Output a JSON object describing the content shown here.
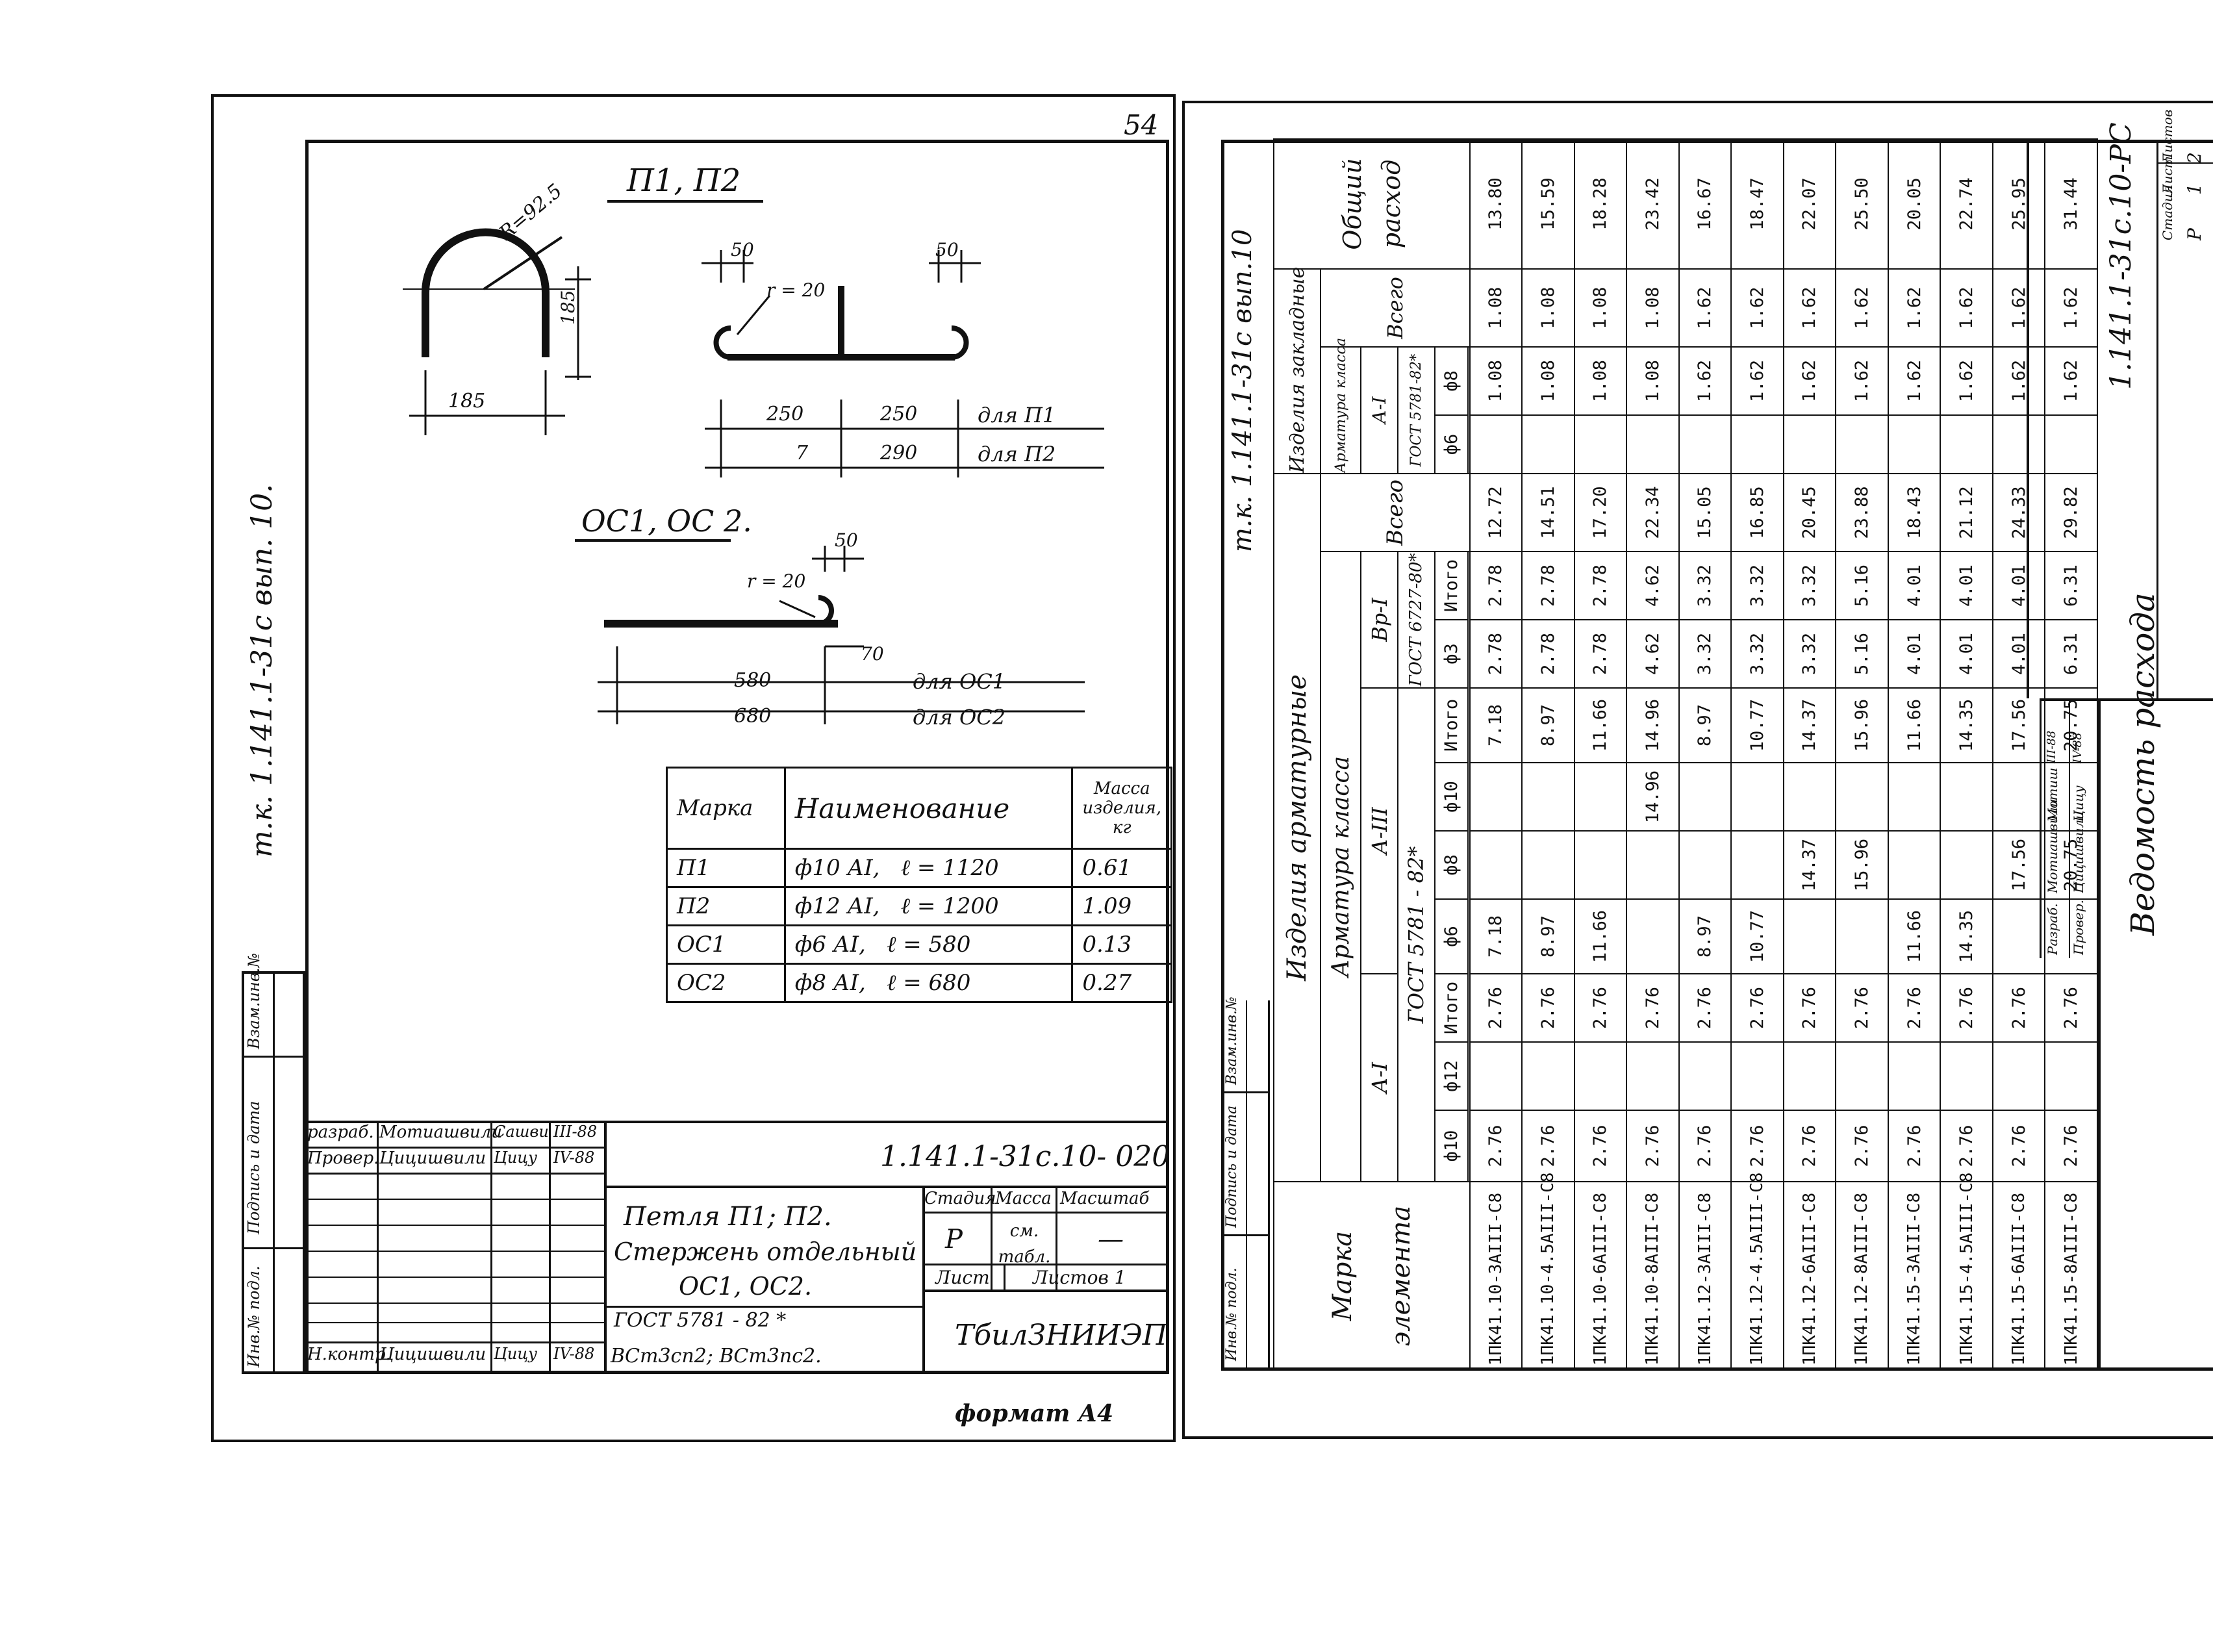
{
  "left_sheet": {
    "page_number": "54",
    "side_series": "т.к. 1.141.1-31с  вып. 10.",
    "label_p": "П1,  П2",
    "label_oc": "ОС1,  ОС 2.",
    "dims": {
      "r": "R=92.5",
      "h185": "185",
      "w185": "185",
      "d50a": "50",
      "d50b": "50",
      "r20a": "r = 20",
      "r20b": "r = 20",
      "d50c": "50",
      "d70": "70",
      "d250a": "250",
      "d250b": "250",
      "for_p1": "для П1",
      "d7": "7",
      "d290": "290",
      "for_p2": "для П2",
      "d580": "580",
      "for_oc1": "для ОС1",
      "d680": "680",
      "for_oc2": "для ОС2"
    },
    "spec": {
      "headers": [
        "Марка",
        "Наименование",
        "Масса изделия, кг"
      ],
      "rows": [
        {
          "mark": "П1",
          "name": "ф10 АI,",
          "len": "ℓ = 1120",
          "mass": "0.61"
        },
        {
          "mark": "П2",
          "name": "ф12 АI,",
          "len": "ℓ = 1200",
          "mass": "1.09"
        },
        {
          "mark": "ОС1",
          "name": "ф6 АI,",
          "len": "ℓ = 580",
          "mass": "0.13"
        },
        {
          "mark": "ОС2",
          "name": "ф8 АI,",
          "len": "ℓ = 680",
          "mass": "0.27"
        }
      ]
    },
    "side_stamp": [
      "Инв.№ подл.",
      "Подпись и дата",
      "Взам.инв.№"
    ],
    "title_block": {
      "code": "1.141.1-31с.10- 020",
      "people": [
        {
          "role": "разраб.",
          "name": "Мотиашвили",
          "sign": "Сашви",
          "date": "III-88"
        },
        {
          "role": "Провер.",
          "name": "Цицишвили",
          "sign": "Цицу",
          "date": "IV-88"
        },
        {
          "role": "Н.контр.",
          "name": "Цицишвили",
          "sign": "Цицу",
          "date": "IV-88"
        }
      ],
      "title": [
        "Петля П1; П2.",
        "Стержень отдельный",
        "ОС1, ОС2."
      ],
      "hdr_stage": "Стадия",
      "hdr_mass": "Масса",
      "hdr_scale": "Масштаб",
      "stage": "Р",
      "mass": "см. табл.",
      "scale": "—",
      "sheet": "Лист",
      "sheets": "Листов 1",
      "gost": "ГОСТ 5781 - 82 *",
      "steel": "ВСт3сп2;  ВСт3пс2.",
      "org": "ТбилЗНИИЭП"
    },
    "format": "формат А4"
  },
  "right_sheet": {
    "side_series": "т.к. 1.141.1-31с вып.10",
    "code": "1.141.1-31с.10-РС",
    "title": "Ведомость расхода",
    "side_stamp": [
      "Инв.№ подл.",
      "Подпись и дата",
      "Взам.инв.№"
    ],
    "stamp": {
      "h1": "Стадия",
      "h2": "Лист",
      "h3": "Листов",
      "v1": "Р",
      "v2": "1",
      "v3": "2",
      "people": [
        {
          "role": "Разраб.",
          "name": "Мотиашвили",
          "sign": "Мотиш",
          "date": "III-88"
        },
        {
          "role": "Провер.",
          "name": "Цицишвили",
          "sign": "Цицу",
          "date": "IV-88"
        }
      ]
    },
    "headers": {
      "mark": "Марка элемента",
      "armatura": "Изделия арматурные",
      "class": "Арматура класса",
      "ai": "А-I",
      "aiii": "А-III",
      "bpi": "Вр-I",
      "gost5781": "ГОСТ 5781 - 82*",
      "gost6727": "ГОСТ 6727-80*",
      "vsego": "Всего",
      "zakl": "Изделия закладные",
      "class2": "Арматура класса",
      "ai2": "А-I",
      "gost5781b": "ГОСТ 5781-82*",
      "vsego2": "Всего",
      "total": "Общий расход",
      "itogo": "Итого",
      "cols": [
        "ф10",
        "ф12",
        "Итого",
        "ф6",
        "ф8",
        "ф10",
        "Итого",
        "ф3",
        "Итого",
        "Всего",
        "ф6",
        "ф8",
        "Всего",
        "Общий расход"
      ]
    },
    "rows": [
      {
        "name": "1ПК41.10-3АIII-С8",
        "v": [
          "2.76",
          "",
          "2.76",
          "7.18",
          "",
          "",
          "7.18",
          "2.78",
          "2.78",
          "12.72",
          "",
          "1.08",
          "1.08",
          "13.80"
        ]
      },
      {
        "name": "1ПК41.10-4.5АIII-С8",
        "v": [
          "2.76",
          "",
          "2.76",
          "8.97",
          "",
          "",
          "8.97",
          "2.78",
          "2.78",
          "14.51",
          "",
          "1.08",
          "1.08",
          "15.59"
        ]
      },
      {
        "name": "1ПК41.10-6АIII-С8",
        "v": [
          "2.76",
          "",
          "2.76",
          "11.66",
          "",
          "",
          "11.66",
          "2.78",
          "2.78",
          "17.20",
          "",
          "1.08",
          "1.08",
          "18.28"
        ]
      },
      {
        "name": "1ПК41.10-8АIII-С8",
        "v": [
          "2.76",
          "",
          "2.76",
          "",
          "",
          "14.96",
          "14.96",
          "4.62",
          "4.62",
          "22.34",
          "",
          "1.08",
          "1.08",
          "23.42"
        ]
      },
      {
        "name": "1ПК41.12-3АIII-С8",
        "v": [
          "2.76",
          "",
          "2.76",
          "8.97",
          "",
          "",
          "8.97",
          "3.32",
          "3.32",
          "15.05",
          "",
          "1.62",
          "1.62",
          "16.67"
        ]
      },
      {
        "name": "1ПК41.12-4.5АIII-С8",
        "v": [
          "2.76",
          "",
          "2.76",
          "10.77",
          "",
          "",
          "10.77",
          "3.32",
          "3.32",
          "16.85",
          "",
          "1.62",
          "1.62",
          "18.47"
        ]
      },
      {
        "name": "1ПК41.12-6АIII-С8",
        "v": [
          "2.76",
          "",
          "2.76",
          "",
          "14.37",
          "",
          "14.37",
          "3.32",
          "3.32",
          "20.45",
          "",
          "1.62",
          "1.62",
          "22.07"
        ]
      },
      {
        "name": "1ПК41.12-8АIII-С8",
        "v": [
          "2.76",
          "",
          "2.76",
          "",
          "15.96",
          "",
          "15.96",
          "5.16",
          "5.16",
          "23.88",
          "",
          "1.62",
          "1.62",
          "25.50"
        ]
      },
      {
        "name": "1ПК41.15-3АIII-С8",
        "v": [
          "2.76",
          "",
          "2.76",
          "11.66",
          "",
          "",
          "11.66",
          "4.01",
          "4.01",
          "18.43",
          "",
          "1.62",
          "1.62",
          "20.05"
        ]
      },
      {
        "name": "1ПК41.15-4.5АIII-С8",
        "v": [
          "2.76",
          "",
          "2.76",
          "14.35",
          "",
          "",
          "14.35",
          "4.01",
          "4.01",
          "21.12",
          "",
          "1.62",
          "1.62",
          "22.74"
        ]
      },
      {
        "name": "1ПК41.15-6АIII-С8",
        "v": [
          "2.76",
          "",
          "2.76",
          "",
          "17.56",
          "",
          "17.56",
          "4.01",
          "4.01",
          "24.33",
          "",
          "1.62",
          "1.62",
          "25.95"
        ]
      },
      {
        "name": "1ПК41.15-8АIII-С8",
        "v": [
          "2.76",
          "",
          "2.76",
          "",
          "20.75",
          "",
          "20.75",
          "6.31",
          "6.31",
          "29.82",
          "",
          "1.62",
          "1.62",
          "31.44"
        ]
      }
    ]
  }
}
